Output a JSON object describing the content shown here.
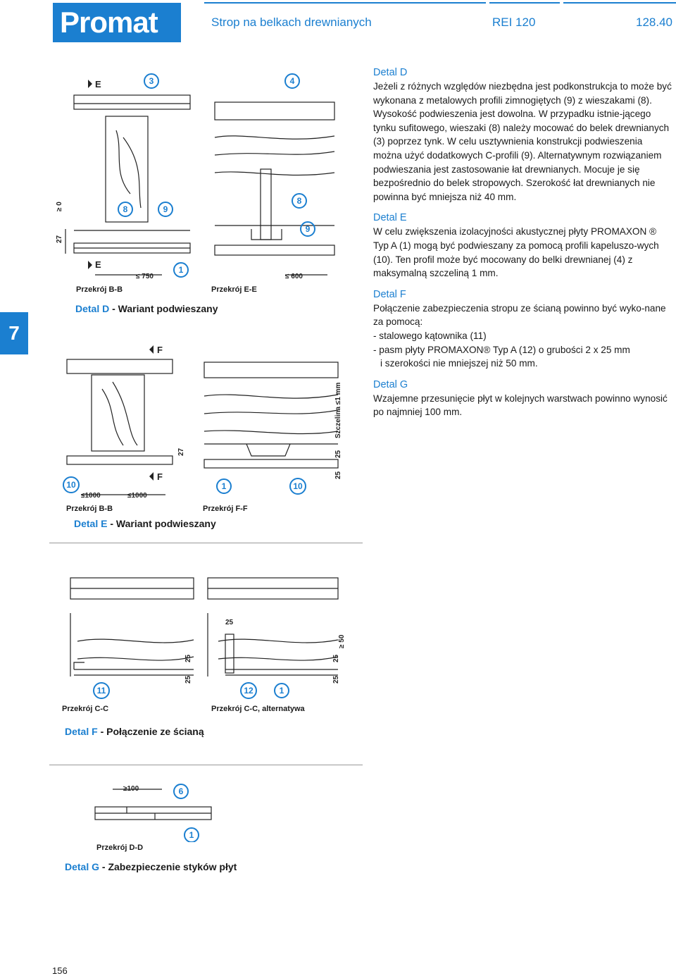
{
  "header": {
    "logo": "Promat",
    "title": "Strop na belkach drewnianych",
    "rating": "REI 120",
    "code": "128.40"
  },
  "side_tab": "7",
  "page_number": "156",
  "text": {
    "d_title": "Detal D",
    "d_body": "Jeżeli z różnych względów niezbędna jest podkonstrukcja to może być wykonana z metalowych profili zimnogiętych (9) z wieszakami (8). Wysokość podwieszenia jest dowolna. W przypadku istnie-jącego tynku sufitowego, wieszaki (8) należy mocować do belek drewnianych (3) poprzez tynk. W celu usztywnienia konstrukcji podwieszenia można użyć dodatkowych C-profili (9). Alternatywnym rozwiązaniem podwieszania jest zastosowanie łat drewnianych. Mocuje je się bezpośrednio do belek stropowych. Szerokość łat drewnianych nie powinna być mniejsza niż 40 mm.",
    "e_title": "Detal E",
    "e_body": "W celu zwiększenia izolacyjności akustycznej płyty PROMAXON ® Typ A (1) mogą być podwieszany za pomocą profili kapeluszo-wych (10). Ten profil może być mocowany do belki drewnianej (4) z maksymalną szczeliną 1 mm.",
    "f_title": "Detal F",
    "f_body_1": "Połączenie zabezpieczenia stropu ze ścianą powinno być wyko-nane za pomocą:",
    "f_body_2": "- stalowego kątownika (11)",
    "f_body_3": "- pasm płyty PROMAXON® Typ A (12) o grubości 2 x 25 mm",
    "f_body_4": "i szerokości nie mniejszej niż 50 mm.",
    "g_title": "Detal G",
    "g_body": "Wzajemne przesunięcie płyt w kolejnych warstwach powinno wynosić po najmniej 100 mm."
  },
  "drawings": {
    "d": {
      "section_bb": "Przekrój B-B",
      "section_ee": "Przekrój E-E",
      "caption_label": "Detal D",
      "caption_rest": " - Wariant podwieszany",
      "dim_27": "27",
      "dim_ge0": "≥ 0",
      "dim_750": "≤ 750",
      "dim_600": "≤ 600",
      "marker_e": "E",
      "callouts": [
        "3",
        "4",
        "8",
        "9",
        "1",
        "8",
        "9"
      ]
    },
    "e": {
      "section_bb": "Przekrój B-B",
      "section_ff": "Przekrój F-F",
      "caption_label": "Detal E",
      "caption_rest": " - Wariant podwieszany",
      "dim_1000a": "≤1000",
      "dim_1000b": "≤1000",
      "dim_27": "27",
      "dim_25a": "25",
      "dim_25b": "25",
      "gap": "Szczelina ≤1 mm",
      "marker_f": "F",
      "callouts": [
        "10",
        "1",
        "10"
      ]
    },
    "f": {
      "section_cc": "Przekrój C-C",
      "section_cc_alt": "Przekrój C-C, alternatywa",
      "caption_label": "Detal F",
      "caption_rest": " - Połączenie ze ścianą",
      "dim_25_top": "25",
      "dim_25a": "25",
      "dim_25b": "25",
      "dim_25c": "25",
      "dim_25d": "25",
      "dim_ge50": "≥ 50",
      "callouts": [
        "11",
        "12",
        "1"
      ]
    },
    "g": {
      "section_dd": "Przekrój D-D",
      "caption_label": "Detal G",
      "caption_rest": " - Zabezpieczenie styków płyt",
      "dim_ge100": "≥100",
      "callouts": [
        "6",
        "1"
      ]
    }
  },
  "colors": {
    "brand_blue": "#1b7fd0",
    "line": "#222222"
  }
}
